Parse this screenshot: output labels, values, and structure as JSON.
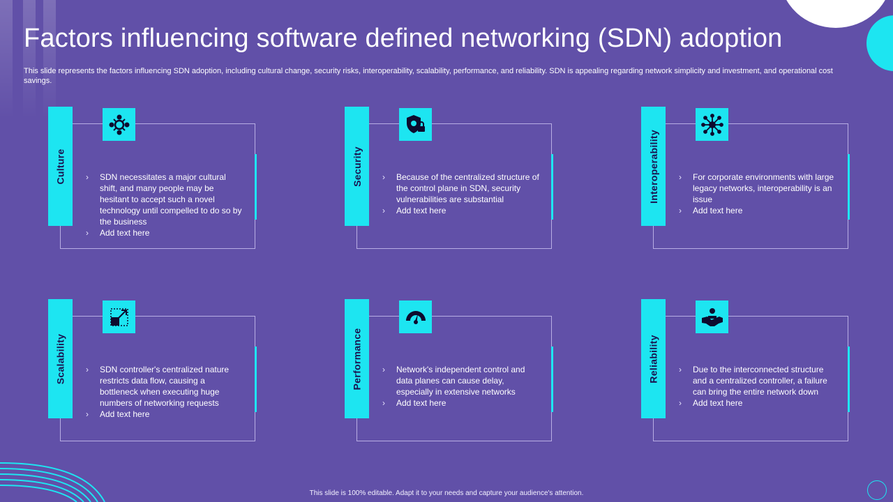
{
  "slide": {
    "title": "Factors influencing software defined networking (SDN) adoption",
    "subtitle": "This slide represents the factors influencing SDN adoption, including cultural change, security risks, interoperability, scalability, performance, and reliability. SDN is appealing regarding network simplicity and investment, and operational cost savings.",
    "footer": "This slide is 100% editable. Adapt it to your needs and capture your audience's attention."
  },
  "colors": {
    "background": "#6150a8",
    "accent": "#1de5f1",
    "frame": "#b9aee4",
    "tab_text": "#1a1450"
  },
  "cards": [
    {
      "label": "Culture",
      "icon": "collaboration-icon",
      "bullets": [
        "SDN necessitates a major cultural shift, and many people may be hesitant to accept such a novel technology until compelled to do so by the business",
        "Add text here"
      ]
    },
    {
      "label": "Security",
      "icon": "shield-lock-icon",
      "bullets": [
        "Because of the centralized structure of the control plane in SDN, security vulnerabilities are substantial",
        "Add text here"
      ]
    },
    {
      "label": "Interoperability",
      "icon": "network-hub-icon",
      "bullets": [
        "For corporate environments with large legacy networks, interoperability is an issue",
        "Add text here"
      ]
    },
    {
      "label": "Scalability",
      "icon": "scale-arrow-icon",
      "bullets": [
        "SDN controller's centralized nature restricts data flow, causing a bottleneck when executing huge numbers of networking requests",
        "Add text here"
      ]
    },
    {
      "label": "Performance",
      "icon": "gauge-icon",
      "bullets": [
        "Network's independent control and data planes can cause delay, especially in extensive networks",
        "Add text here"
      ]
    },
    {
      "label": "Reliability",
      "icon": "handshake-icon",
      "bullets": [
        "Due to the interconnected structure and a centralized controller, a failure can bring the entire network down",
        "Add text here"
      ]
    }
  ]
}
